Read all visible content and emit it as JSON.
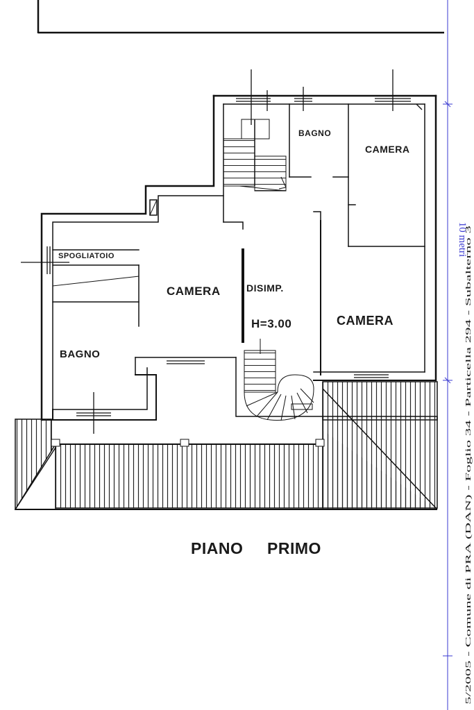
{
  "rooms": {
    "bagno_top": "BAGNO",
    "camera_top_right": "CAMERA",
    "spogliatoio": "SPOGLIATOIO",
    "camera_center": "CAMERA",
    "disimp": "DISIMP.",
    "height": "H=3.00",
    "camera_right": "CAMERA",
    "bagno_left": "BAGNO"
  },
  "floor_title": {
    "word1": "PIANO",
    "word2": "PRIMO"
  },
  "scale": {
    "label": "10 metri"
  },
  "side_caption": "5/2005 - Comune di PRA (DAN) - Foglio 34 - Particella 294 - Subalterno 3"
}
